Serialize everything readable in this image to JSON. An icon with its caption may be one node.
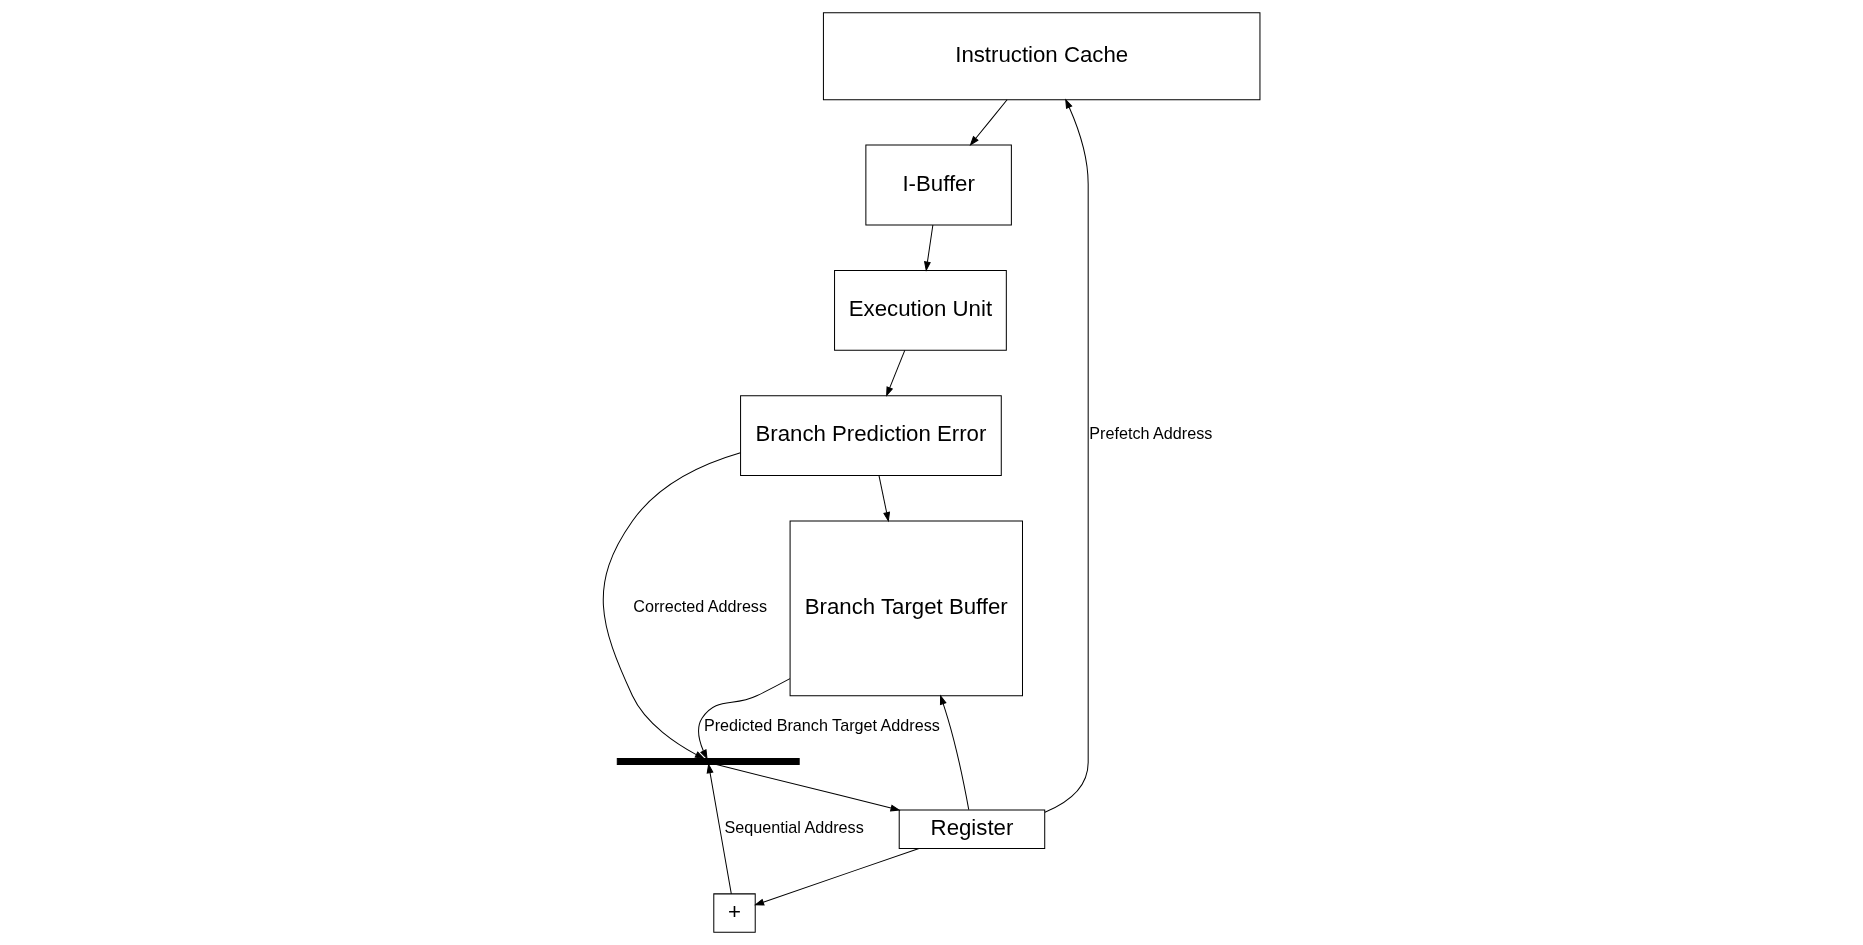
{
  "diagram": {
    "nodes": [
      {
        "text": [
          "Instruction Cache"
        ]
      },
      {
        "text": [
          "I-Buffer"
        ]
      },
      {
        "text": [
          "Execution Unit"
        ]
      },
      {
        "text": [
          "Branch Prediction Error"
        ]
      },
      {
        "text": [
          "Register"
        ]
      },
      {
        "text": [
          "+"
        ]
      },
      {
        "text": [
          "Branch Target Buffer"
        ]
      },
      {
        "text": [],
        "shape": "bar"
      }
    ],
    "edges": [
      {
        "from": 0,
        "to": 1,
        "arrow": "to"
      },
      {
        "from": 1,
        "to": 2,
        "arrow": "to"
      },
      {
        "from": 2,
        "to": 3,
        "arrow": "to"
      },
      {
        "from": 3,
        "to": 7,
        "arrow": "to",
        "label": "Corrected Address"
      },
      {
        "from": 6,
        "to": 7,
        "arrow": "to",
        "label": "Predicted Branch Target Address"
      },
      {
        "from": 5,
        "to": 7,
        "arrow": "to",
        "label": "Sequential Address"
      },
      {
        "from": 7,
        "to": 4,
        "arrow": "to"
      },
      {
        "from": 4,
        "to": 0,
        "arrow": "to",
        "label": "Prefetch Address"
      },
      {
        "from": 4,
        "to": 6,
        "arrow": "to"
      },
      {
        "from": 4,
        "to": 5,
        "arrow": "to"
      },
      {
        "from": 3,
        "to": 6,
        "arrow": "to"
      }
    ]
  }
}
